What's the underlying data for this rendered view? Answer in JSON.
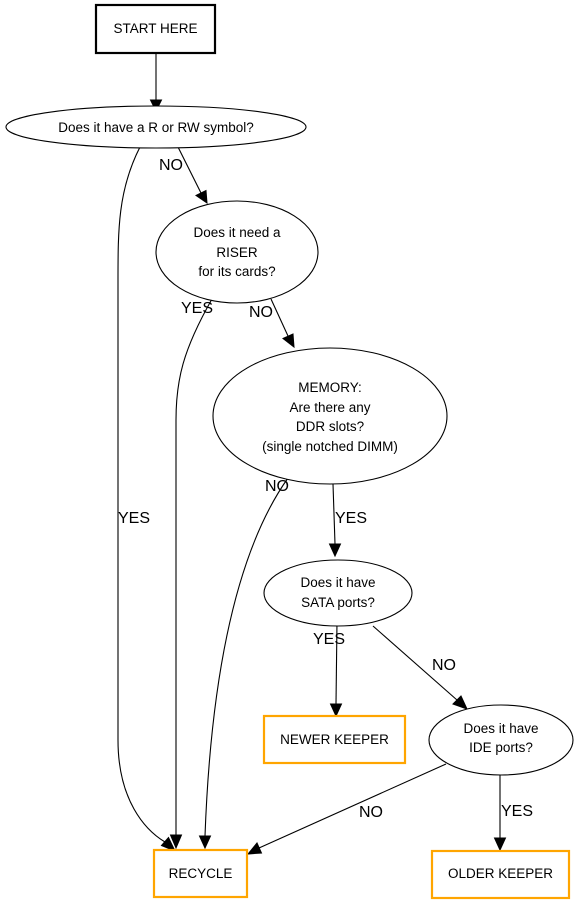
{
  "colors": {
    "outcome_border": "#FFA500",
    "line": "#000000",
    "background": "#FFFFFF"
  },
  "nodes": {
    "start": {
      "lines": [
        "START HERE"
      ]
    },
    "q_r_symbol": {
      "lines": [
        "Does it have a R or RW symbol?"
      ]
    },
    "q_riser": {
      "lines": [
        "Does it need a",
        "RISER",
        "for its cards?"
      ]
    },
    "q_memory": {
      "lines": [
        "MEMORY:",
        "Are there any",
        "DDR slots?",
        "(single notched DIMM)"
      ]
    },
    "q_sata": {
      "lines": [
        "Does it have",
        "SATA ports?"
      ]
    },
    "q_ide": {
      "lines": [
        "Does it have",
        "IDE ports?"
      ]
    },
    "out_newer": {
      "lines": [
        "NEWER KEEPER"
      ]
    },
    "out_recycle": {
      "lines": [
        "RECYCLE"
      ]
    },
    "out_older": {
      "lines": [
        "OLDER KEEPER"
      ]
    }
  },
  "edges": {
    "r_symbol_no": "NO",
    "r_symbol_yes": "YES",
    "riser_yes": "YES",
    "riser_no": "NO",
    "memory_no": "NO",
    "memory_yes": "YES",
    "sata_yes": "YES",
    "sata_no": "NO",
    "ide_no": "NO",
    "ide_yes": "YES"
  }
}
